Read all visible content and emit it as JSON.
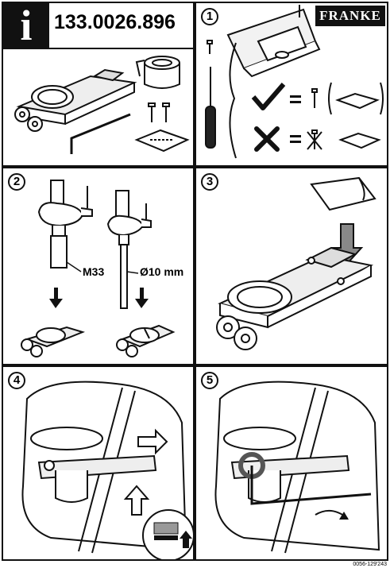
{
  "header": {
    "info_glyph": "i",
    "part_number": "133.0026.896"
  },
  "steps": {
    "step1": "1",
    "step2": "2",
    "step3": "3",
    "step4": "4",
    "step5": "5"
  },
  "brand": {
    "name": "FRANKE"
  },
  "step2": {
    "thread_label": "M33",
    "diameter_label": "Ø10 mm"
  },
  "footer": {
    "doc_id": "0056-129'243"
  },
  "icons": [
    "info-icon",
    "check-icon",
    "cross-icon",
    "arrow-down-icon",
    "arrow-right-icon",
    "arrow-up-icon"
  ]
}
